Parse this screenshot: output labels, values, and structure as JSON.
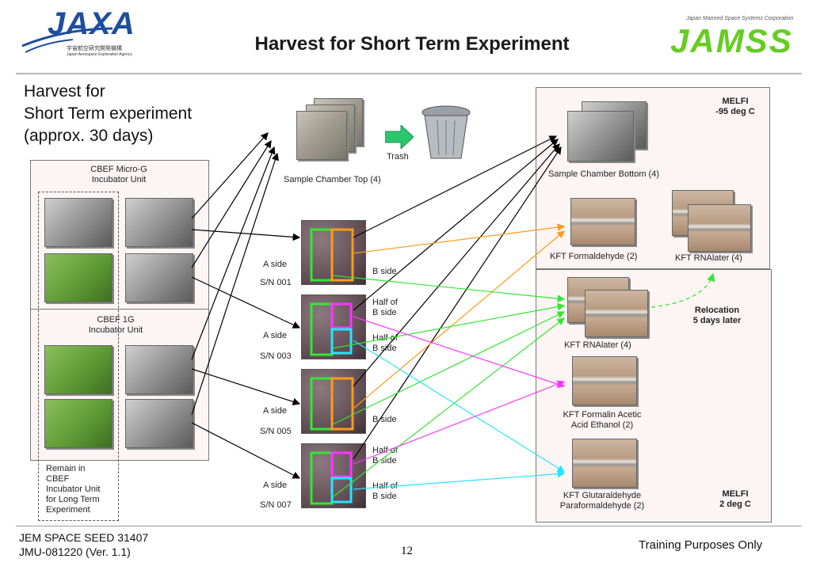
{
  "header": {
    "title": "Harvest for Short Term Experiment",
    "left_logo": "JAXA",
    "left_logo_sub": "宇宙航空研究開発機構",
    "left_logo_sub2": "Japan Aerospace Exploration Agency",
    "right_logo": "JAMSS",
    "right_logo_sub": "Japan Manned Space Systems Corporation"
  },
  "intro": "Harvest for\nShort Term experiment\n(approx. 30 days)",
  "left": {
    "cbef_microg": "CBEF Micro-G\nIncubator Unit",
    "cbef_1g": "CBEF 1G\nIncubator Unit",
    "remain_note": "Remain in\nCBEF\nIncubator Unit\nfor Long Term\nExperiment"
  },
  "middle": {
    "sample_chamber_top": "Sample Chamber Top (4)",
    "trash": "Trash",
    "units": [
      {
        "sn": "S/N 001",
        "a": "A side",
        "b1": "B side",
        "b2": ""
      },
      {
        "sn": "S/N 003",
        "a": "A side",
        "b1": "Half of\nB side",
        "b2": "Half of\nB side"
      },
      {
        "sn": "S/N 005",
        "a": "A side",
        "b1": "B side",
        "b2": ""
      },
      {
        "sn": "S/N 007",
        "a": "A side",
        "b1": "Half of\nB side",
        "b2": "Half of\nB side"
      }
    ]
  },
  "right": {
    "melfi_top": "MELFI\n-95 deg C",
    "sample_chamber_bottom": "Sample Chamber Bottom (4)",
    "kft_formaldehyde": "KFT Formaldehyde (2)",
    "kft_rnalater_top": "KFT RNAlater (4)",
    "relocation": "Relocation\n5 days later",
    "kft_rnalater": "KFT RNAlater (4)",
    "kft_formalin": "KFT Formalin Acetic\nAcid Ethanol (2)",
    "kft_glutaraldehyde": "KFT Glutaraldehyde\nParaformaldehyde (2)",
    "melfi_bottom": "MELFI\n2 deg C"
  },
  "footer": {
    "line1": "JEM SPACE SEED 31407",
    "line2": "JMU-081220 (Ver. 1.1)",
    "page": "12",
    "right": "Training Purposes Only"
  },
  "colors": {
    "black_arrow": "#000000",
    "orange": "#ff9a1a",
    "green": "#33e633",
    "magenta": "#ff33ff",
    "cyan": "#22e6ff",
    "panel_bg": "#fdf4f4",
    "jamss_green": "#66cc22",
    "jaxa_blue": "#1d4f9c"
  }
}
